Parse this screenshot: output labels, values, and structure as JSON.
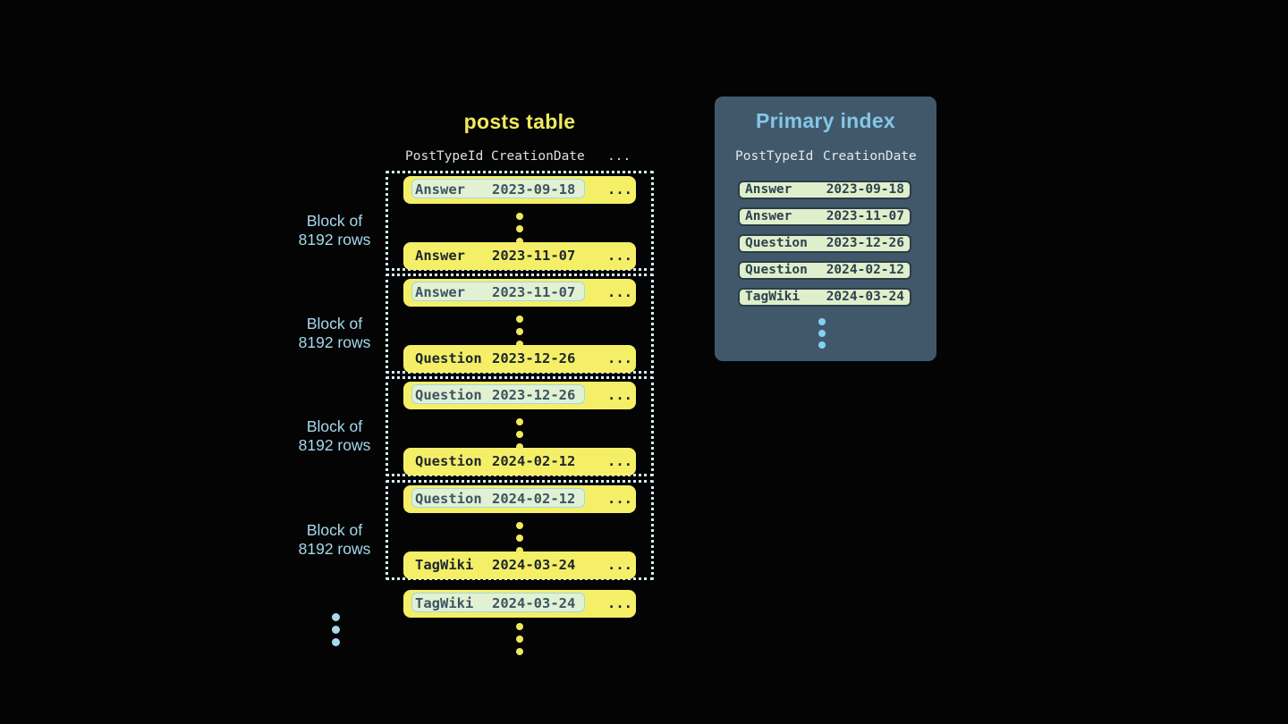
{
  "posts_table": {
    "title": "posts table",
    "columns": [
      "PostTypeId",
      "CreationDate",
      "..."
    ],
    "ellipsis": "...",
    "block_label": {
      "line1": "Block of",
      "line2": "8192 rows"
    },
    "blocks": [
      {
        "first": {
          "type": "Answer",
          "date": "2023-09-18"
        },
        "last": {
          "type": "Answer",
          "date": "2023-11-07"
        }
      },
      {
        "first": {
          "type": "Answer",
          "date": "2023-11-07"
        },
        "last": {
          "type": "Question",
          "date": "2023-12-26"
        }
      },
      {
        "first": {
          "type": "Question",
          "date": "2023-12-26"
        },
        "last": {
          "type": "Question",
          "date": "2024-02-12"
        }
      },
      {
        "first": {
          "type": "Question",
          "date": "2024-02-12"
        },
        "last": {
          "type": "TagWiki",
          "date": "2024-03-24"
        }
      }
    ],
    "overflow_row": {
      "type": "TagWiki",
      "date": "2024-03-24"
    }
  },
  "primary_index": {
    "title": "Primary index",
    "columns": [
      "PostTypeId",
      "CreationDate"
    ],
    "rows": [
      {
        "type": "Answer",
        "date": "2023-09-18"
      },
      {
        "type": "Answer",
        "date": "2023-11-07"
      },
      {
        "type": "Question",
        "date": "2023-12-26"
      },
      {
        "type": "Question",
        "date": "2024-02-12"
      },
      {
        "type": "TagWiki",
        "date": "2024-03-24"
      }
    ]
  },
  "colors": {
    "background": "#040404",
    "row_yellow": "#f5ef68",
    "title_yellow": "#f0e95e",
    "highlight_green": "#e2f1d3",
    "highlight_border_blue": "#9ed8eb",
    "panel_slate": "#41586b",
    "panel_title_blue": "#84c7e6",
    "index_row_green": "#dfefcb",
    "label_blue": "#a5d9ee",
    "dotted_border": "#d6edf7"
  }
}
